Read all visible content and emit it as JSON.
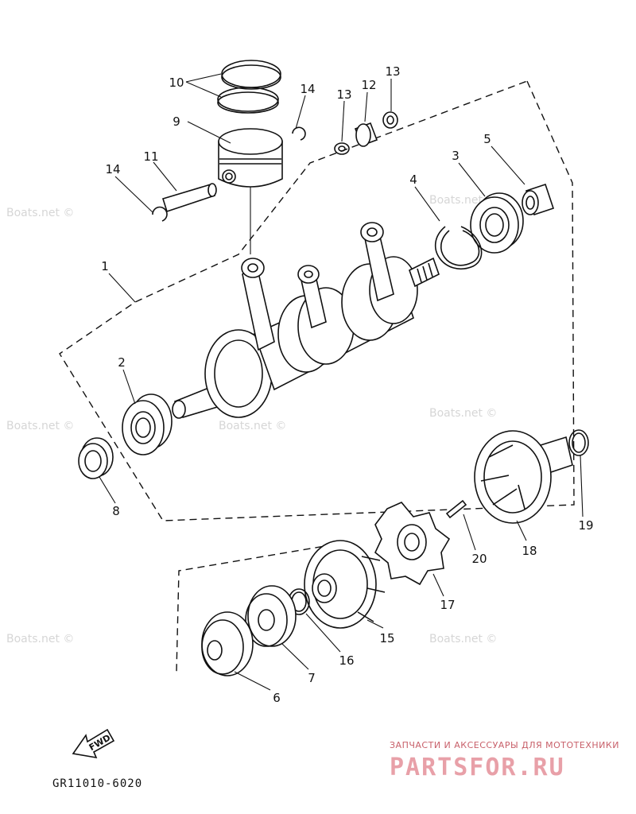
{
  "diagram": {
    "callouts": [
      {
        "id": "c10",
        "text": "10"
      },
      {
        "id": "c9",
        "text": "9"
      },
      {
        "id": "c11",
        "text": "11"
      },
      {
        "id": "c14a",
        "text": "14"
      },
      {
        "id": "c14b",
        "text": "14"
      },
      {
        "id": "c13a",
        "text": "13"
      },
      {
        "id": "c12",
        "text": "12"
      },
      {
        "id": "c13b",
        "text": "13"
      },
      {
        "id": "c4",
        "text": "4"
      },
      {
        "id": "c3",
        "text": "3"
      },
      {
        "id": "c5",
        "text": "5"
      },
      {
        "id": "c1",
        "text": "1"
      },
      {
        "id": "c2",
        "text": "2"
      },
      {
        "id": "c8",
        "text": "8"
      },
      {
        "id": "c19",
        "text": "19"
      },
      {
        "id": "c20",
        "text": "20"
      },
      {
        "id": "c18",
        "text": "18"
      },
      {
        "id": "c17",
        "text": "17"
      },
      {
        "id": "c15",
        "text": "15"
      },
      {
        "id": "c16",
        "text": "16"
      },
      {
        "id": "c7",
        "text": "7"
      },
      {
        "id": "c6",
        "text": "6"
      }
    ],
    "watermark": "Boats.net ©",
    "fwd_label": "FWD",
    "drawing_code": "GR11010-6020"
  },
  "branding": {
    "tagline": "ЗАПЧАСТИ И АКСЕССУАРЫ ДЛЯ МОТОТЕХНИКИ",
    "logo": "PARTSFOR.RU"
  },
  "colors": {
    "ink": "#111111",
    "watermark": "#d6d6d6",
    "brand_red": "#e8a0a8"
  }
}
